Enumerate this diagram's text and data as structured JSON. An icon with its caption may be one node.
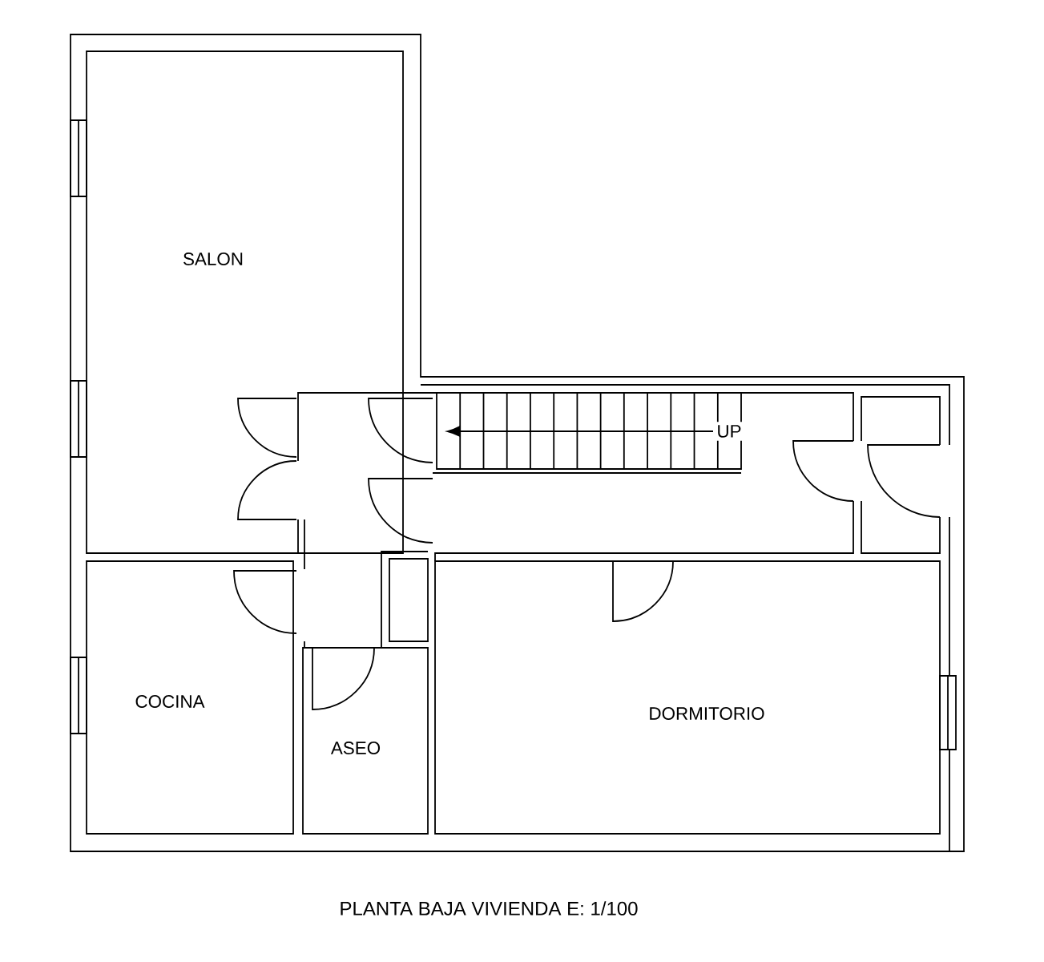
{
  "diagram": {
    "caption": "PLANTA BAJA VIVIENDA  E: 1/100",
    "nodes": [
      {
        "text": [
          "SALON"
        ]
      },
      {
        "text": [
          "COCINA"
        ]
      },
      {
        "text": [
          "ASEO"
        ]
      },
      {
        "text": [
          "DORMITORIO"
        ]
      }
    ],
    "labels": [
      "UP"
    ]
  }
}
